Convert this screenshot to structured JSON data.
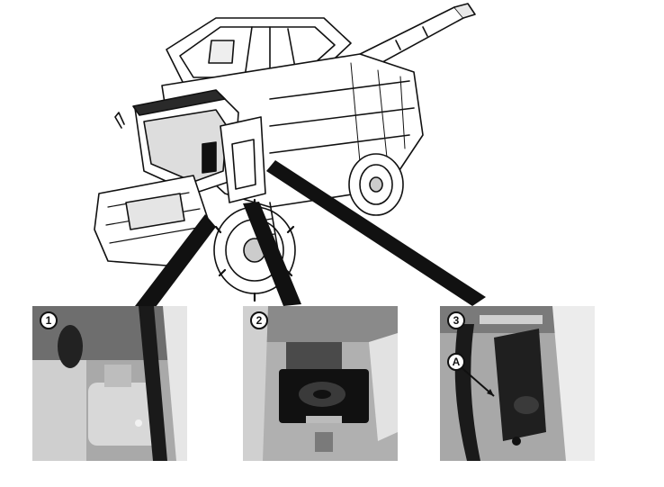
{
  "callouts": [
    {
      "label": "1"
    },
    {
      "label": "2"
    },
    {
      "label": "3"
    }
  ],
  "inset_labels": {
    "a": "A"
  },
  "colors": {
    "ink": "#111111",
    "paper": "#ffffff",
    "photo_mid": "#9a9a9a"
  }
}
